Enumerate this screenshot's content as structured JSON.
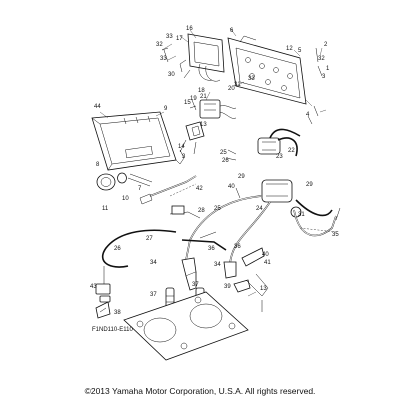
{
  "diagram": {
    "figure_code": "F1ND110-E110",
    "copyright": "©2013 Yamaha Motor Corporation, U.S.A. All rights reserved.",
    "callouts": [
      {
        "id": "c1",
        "text": "1"
      },
      {
        "id": "c2",
        "text": "2"
      },
      {
        "id": "c3",
        "text": "3"
      },
      {
        "id": "c4",
        "text": "4"
      },
      {
        "id": "c5",
        "text": "5"
      },
      {
        "id": "c6",
        "text": "6"
      },
      {
        "id": "c7",
        "text": "7"
      },
      {
        "id": "c8",
        "text": "8"
      },
      {
        "id": "c9",
        "text": "9"
      },
      {
        "id": "c10",
        "text": "10"
      },
      {
        "id": "c11",
        "text": "11"
      },
      {
        "id": "c12",
        "text": "12"
      },
      {
        "id": "c13",
        "text": "13"
      },
      {
        "id": "c14",
        "text": "14"
      },
      {
        "id": "c15",
        "text": "15"
      },
      {
        "id": "c16",
        "text": "16"
      },
      {
        "id": "c17",
        "text": "17"
      },
      {
        "id": "c18",
        "text": "18"
      },
      {
        "id": "c19",
        "text": "19"
      },
      {
        "id": "c20",
        "text": "20"
      },
      {
        "id": "c21",
        "text": "21"
      },
      {
        "id": "c22",
        "text": "22"
      },
      {
        "id": "c23",
        "text": "23"
      },
      {
        "id": "c24",
        "text": "24"
      },
      {
        "id": "c25",
        "text": "25"
      },
      {
        "id": "c26",
        "text": "26"
      },
      {
        "id": "c27",
        "text": "27"
      },
      {
        "id": "c28",
        "text": "28"
      },
      {
        "id": "c29",
        "text": "29"
      },
      {
        "id": "c30",
        "text": "30"
      },
      {
        "id": "c31",
        "text": "31"
      },
      {
        "id": "c32",
        "text": "32"
      },
      {
        "id": "c33",
        "text": "33"
      },
      {
        "id": "c34",
        "text": "34"
      },
      {
        "id": "c35",
        "text": "35"
      },
      {
        "id": "c36",
        "text": "36"
      },
      {
        "id": "c37",
        "text": "37"
      },
      {
        "id": "c38",
        "text": "38"
      },
      {
        "id": "c39",
        "text": "39"
      },
      {
        "id": "c40",
        "text": "40"
      },
      {
        "id": "c41",
        "text": "41"
      },
      {
        "id": "c42",
        "text": "42"
      },
      {
        "id": "c43",
        "text": "43"
      },
      {
        "id": "c44",
        "text": "44"
      },
      {
        "id": "c33b",
        "text": "33"
      },
      {
        "id": "c32b",
        "text": "32"
      },
      {
        "id": "c29b",
        "text": "29"
      },
      {
        "id": "c36b",
        "text": "36"
      },
      {
        "id": "c34b",
        "text": "34"
      },
      {
        "id": "c37b",
        "text": "37"
      },
      {
        "id": "c26b",
        "text": "26"
      },
      {
        "id": "c25b",
        "text": "25"
      },
      {
        "id": "c40b",
        "text": "40"
      },
      {
        "id": "c13b",
        "text": "13"
      },
      {
        "id": "c3b",
        "text": "3"
      }
    ]
  }
}
